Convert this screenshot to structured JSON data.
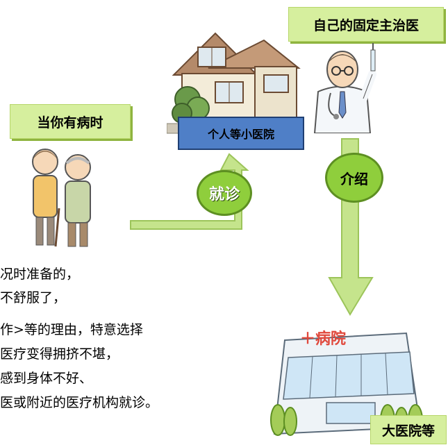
{
  "labels": {
    "own_doctor": "自己的固定主治医",
    "when_sick": "当你有病时",
    "small_clinic": "个人等小医院",
    "big_hospital": "大医院等",
    "hospital_sign": "＋病院"
  },
  "badges": {
    "visit": "就诊",
    "referral": "介绍"
  },
  "description": [
    "况时准备的，",
    "不舒服了，",
    "作>等的理由，特意选择",
    "医疗变得拥挤不堪，",
    "感到身体不好、",
    "医或附近的医疗机构就诊。"
  ],
  "colors": {
    "arrow_green": "#c5e48c",
    "label_green": "#d6ef9e",
    "label_blue": "#4f7fc7",
    "badge_fill": "#8fce3c"
  }
}
